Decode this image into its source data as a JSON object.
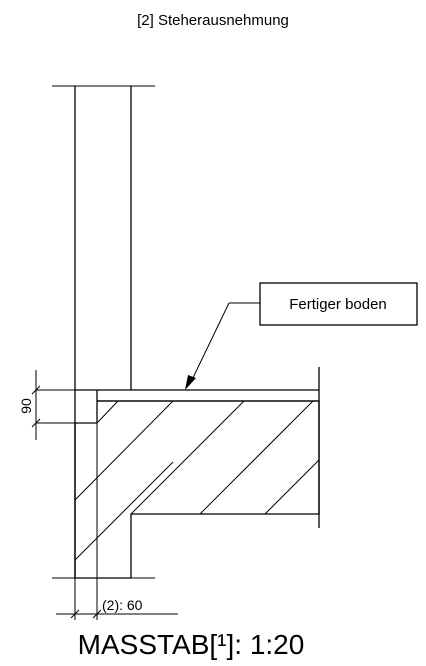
{
  "title": "[2] Steherausnehmung",
  "callout": "Fertiger boden",
  "dimension_vertical": "90",
  "dimension_horizontal": "(2): 60",
  "scale": "MASSTAB[¹]: 1:20"
}
